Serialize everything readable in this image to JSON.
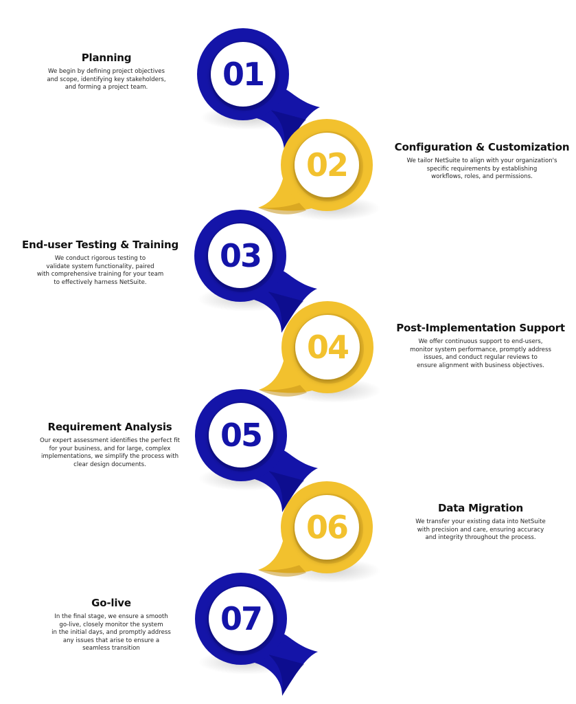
{
  "colors": {
    "blue": "#1414a8",
    "blue_dark": "#08087a",
    "yellow": "#f2c12e",
    "yellow_dark": "#c7941a",
    "inner": "#ffffff"
  },
  "steps": [
    {
      "number": "01",
      "title": "Planning",
      "color": "blue",
      "side": "left",
      "lines": [
        "We begin by defining project objectives",
        "and scope, identifying key stakeholders,",
        "and forming a project team."
      ]
    },
    {
      "number": "02",
      "title": "Configuration & Customization",
      "color": "yellow",
      "side": "right",
      "lines": [
        "We tailor NetSuite to align with your organization's",
        "specific requirements by establishing",
        "workflows, roles, and permissions."
      ]
    },
    {
      "number": "03",
      "title": "End-user Testing & Training",
      "color": "blue",
      "side": "left",
      "lines": [
        "We conduct rigorous testing to",
        "validate system functionality, paired",
        "with comprehensive training for your team",
        "to effectively harness NetSuite."
      ]
    },
    {
      "number": "04",
      "title": "Post-Implementation Support",
      "color": "yellow",
      "side": "right",
      "lines": [
        "We offer continuous support to end-users,",
        "monitor system performance, promptly address",
        "issues, and conduct regular reviews to",
        "ensure alignment with business objectives."
      ]
    },
    {
      "number": "05",
      "title": "Requirement Analysis",
      "color": "blue",
      "side": "left",
      "lines": [
        "Our expert assessment identifies the perfect fit",
        "for your business, and for large, complex",
        "implementations, we simplify the process with",
        "clear design documents."
      ]
    },
    {
      "number": "06",
      "title": "Data Migration",
      "color": "yellow",
      "side": "right",
      "lines": [
        "We transfer your existing data into NetSuite",
        "with precision and care, ensuring accuracy",
        "and integrity throughout the process."
      ]
    },
    {
      "number": "07",
      "title": "Go-live",
      "color": "blue",
      "side": "left",
      "lines": [
        "In the final stage, we ensure a smooth",
        "go-live, closely monitor the system",
        "in the initial days, and promptly address",
        "any issues that arise to ensure a",
        "seamless transition"
      ]
    }
  ]
}
